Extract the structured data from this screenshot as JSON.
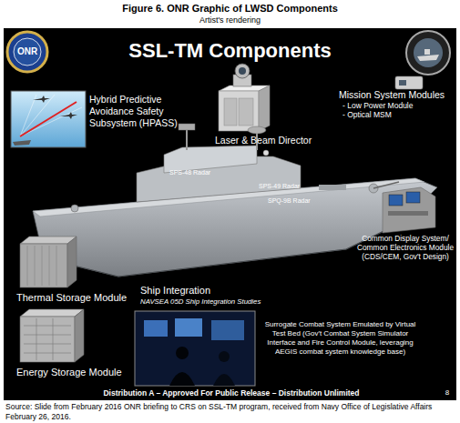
{
  "diagram": {
    "title": "Figure 6. ONR Graphic of LWSD Components",
    "caption": "Source: Slide from February 2016 ONR briefing to CRS on SSL-TM program, received from Navy Office of Legislative Affairs February 26, 2016.",
    "nodes": [
      {
        "text": [
          "SSL-TM Components"
        ]
      },
      {
        "text": [
          "Hybrid Predictive Avoidance Safety Subsystem (HPASS)"
        ],
        "in": 0
      },
      {
        "text": [
          "Laser & Beam Director"
        ],
        "in": 0
      },
      {
        "text": [
          "Mission System Modules",
          "- Low Power Module",
          "- Optical MSM"
        ],
        "in": 0
      },
      {
        "text": [
          "Common Display System/ Common Electronics Module (CDS/CEM, Gov't Design)"
        ],
        "in": 0
      },
      {
        "text": [
          "Thermal Storage Module"
        ],
        "in": 0
      },
      {
        "text": [
          "Ship Integration",
          "NAVSEA 05D Ship Integration Studies"
        ],
        "in": 0
      },
      {
        "text": [
          "Surrogate Combat System Emulated by Virtual Test Bed (Gov't Combat System Simulator Interface and Fire Control Module, leveraging AEGIS combat system knowledge base)"
        ],
        "in": 0
      },
      {
        "text": [
          "Energy Storage Module"
        ],
        "in": 0
      }
    ],
    "labels": [
      "Artist's rendering",
      "ONR",
      "SPS-48 Radar",
      "SPS-49 Radar",
      "SPQ-9B Radar",
      "Distribution A – Approved For Public Release – Distribution Unlimited",
      "8"
    ]
  }
}
